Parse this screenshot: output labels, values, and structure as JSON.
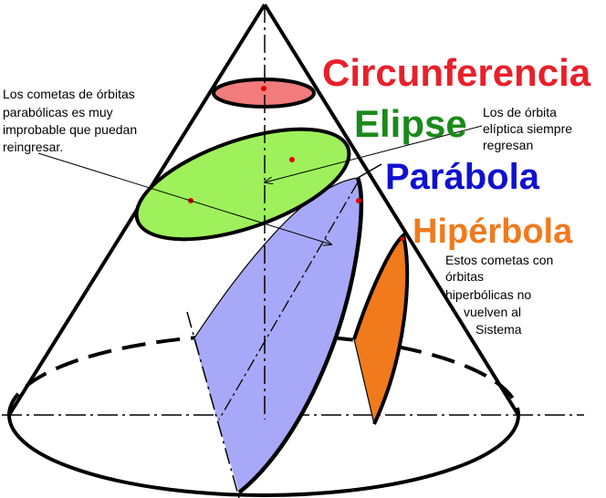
{
  "labels": {
    "circunferencia": "Circunferencia",
    "elipse": "Elipse",
    "parabola": "Parábola",
    "hiperbola": "Hipérbola"
  },
  "notes": {
    "parabolicas": [
      "Los cometas de órbitas",
      "parabólicas es muy",
      "improbable que puedan",
      "reingresar."
    ],
    "elipticas": [
      "Los de órbita",
      "elíptica siempre",
      "regresan"
    ],
    "hiperbolicas": [
      "Estos cometas con",
      "órbitas",
      "hiperbólicas no",
      "vuelven al",
      "Sistema"
    ]
  },
  "colors": {
    "circunferencia": "#e8202a",
    "elipse": "#1a8a1a",
    "parabola": "#1010d0",
    "hiperbola": "#f07a1c",
    "circle_fill": "#f27b7b",
    "ellipse_fill": "#9ef15a",
    "parabola_fill": "#a8a8f8",
    "hyperbola_fill": "#f07a1c",
    "focus_dot": "#e00000"
  }
}
